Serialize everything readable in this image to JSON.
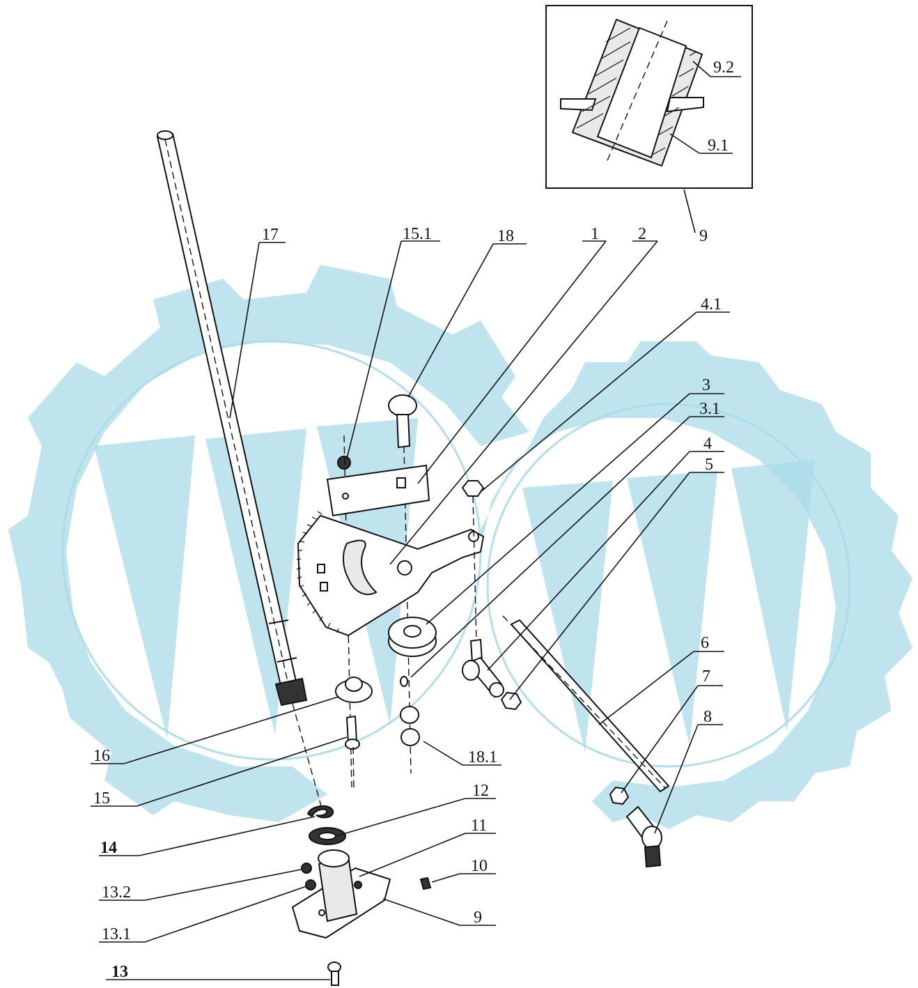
{
  "callouts": {
    "c17": "17",
    "c15_1": "15.1",
    "c18": "18",
    "c1": "1",
    "c2": "2",
    "c4_1": "4.1",
    "c3": "3",
    "c3_1": "3.1",
    "c4": "4",
    "c5": "5",
    "c6": "6",
    "c7": "7",
    "c8": "8",
    "c9_top": "9",
    "c9_2": "9.2",
    "c9_1": "9.1",
    "c16": "16",
    "c15": "15",
    "c18_1": "18.1",
    "c14": "14",
    "c12": "12",
    "c11": "11",
    "c10": "10",
    "c13_2": "13.2",
    "c13_1": "13.1",
    "c9_bottom": "9",
    "c13": "13"
  },
  "colors": {
    "watermark": "#a9dbe8",
    "line": "#111111"
  }
}
